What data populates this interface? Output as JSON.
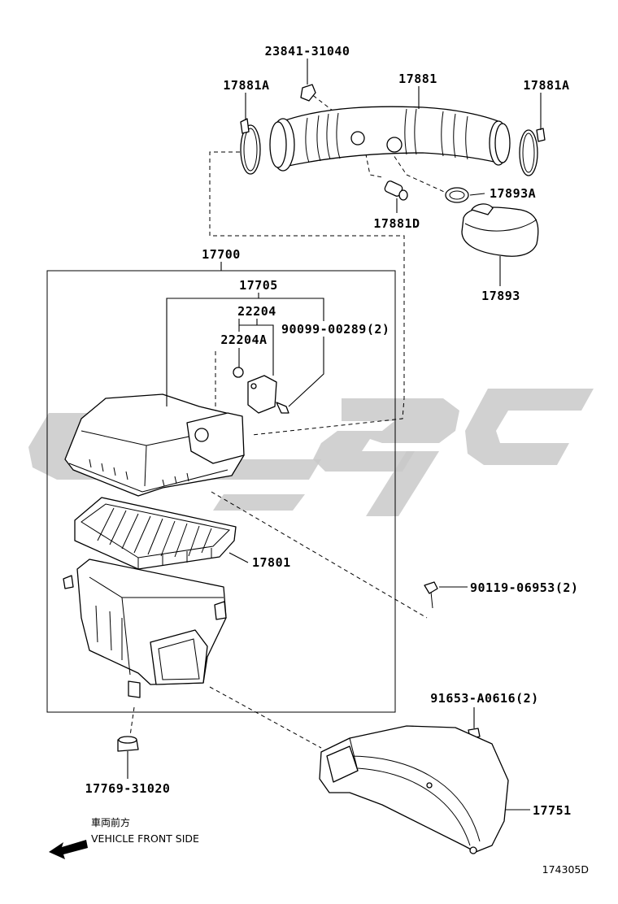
{
  "diagram_id": "174305D",
  "direction": {
    "japanese": "車両前方",
    "english": "VEHICLE FRONT SIDE"
  },
  "parts": [
    {
      "id": "p-23841",
      "number": "23841-31040"
    },
    {
      "id": "p-17881",
      "number": "17881"
    },
    {
      "id": "p-17881a-left",
      "number": "17881A"
    },
    {
      "id": "p-17881a-right",
      "number": "17881A"
    },
    {
      "id": "p-17893a",
      "number": "17893A"
    },
    {
      "id": "p-17881d",
      "number": "17881D"
    },
    {
      "id": "p-17893",
      "number": "17893"
    },
    {
      "id": "p-17700",
      "number": "17700"
    },
    {
      "id": "p-17705",
      "number": "17705"
    },
    {
      "id": "p-22204",
      "number": "22204"
    },
    {
      "id": "p-22204a",
      "number": "22204A"
    },
    {
      "id": "p-90099",
      "number": "90099-00289(2)"
    },
    {
      "id": "p-17801",
      "number": "17801"
    },
    {
      "id": "p-90119",
      "number": "90119-06953(2)"
    },
    {
      "id": "p-91653",
      "number": "91653-A0616(2)"
    },
    {
      "id": "p-17751",
      "number": "17751"
    },
    {
      "id": "p-17769",
      "number": "17769-31020"
    }
  ]
}
